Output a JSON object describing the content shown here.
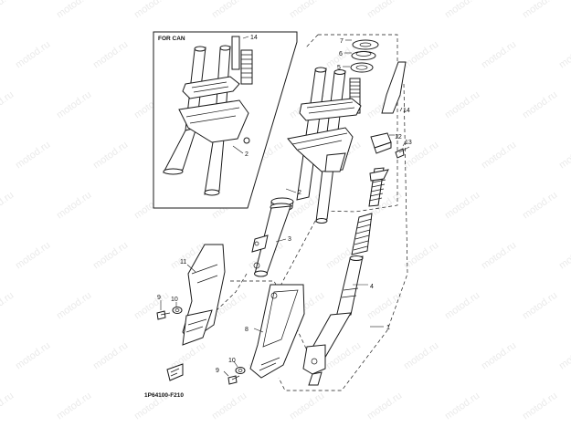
{
  "inset": {
    "title": "FOR CAN"
  },
  "callouts": {
    "c1": "1",
    "c2": "2",
    "c2b": "2",
    "c3": "3",
    "c4": "4",
    "c5": "5",
    "c6": "6",
    "c7": "7",
    "c8": "8",
    "c9a": "9",
    "c9b": "9",
    "c10a": "10",
    "c10b": "10",
    "c11": "11",
    "c12": "12",
    "c13": "13",
    "c14a": "14",
    "c14b": "14"
  },
  "drawing_code": "1P64100-F210",
  "watermark": {
    "text": "motod.ru"
  }
}
